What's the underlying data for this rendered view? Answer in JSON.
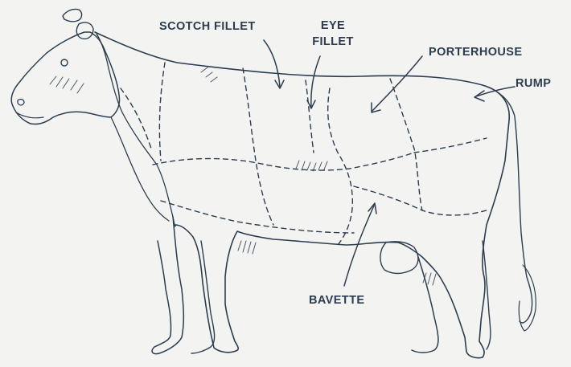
{
  "labels": {
    "scotch_fillet": "SCOTCH FILLET",
    "eye_fillet_line1": "EYE",
    "eye_fillet_line2": "FILLET",
    "porterhouse": "PORTERHOUSE",
    "rump": "RUMP",
    "bavette": "BAVETTE"
  },
  "colors": {
    "background": "#f3f3f1",
    "ink": "#2c3d4f"
  }
}
